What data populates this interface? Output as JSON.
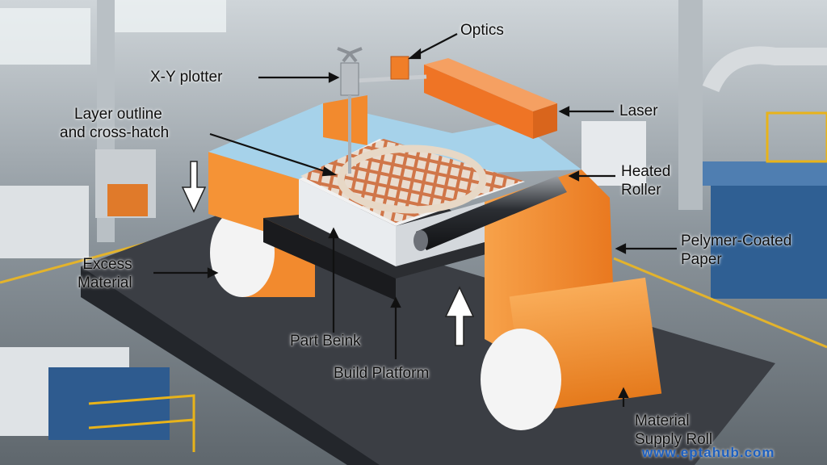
{
  "labels": {
    "optics": "Optics",
    "xy_plotter": "X-Y plotter",
    "layer_line1": "Layer outline",
    "layer_line2": "and cross-hatch",
    "laser": "Laser",
    "heated_line1": "Heated",
    "heated_line2": "Roller",
    "polymer_line1": "Pelymer-Coated",
    "polymer_line2": "Paper",
    "excess_line1": "Excess",
    "excess_line2": "Material",
    "part_beink": "Part Beink",
    "build_platform": "Build Platform",
    "material_line1": "Material",
    "material_line2": "Supply Roll"
  },
  "watermark": "www.eptahub.com",
  "colors": {
    "paper_orange": "#f28a2e",
    "laser_orange": "#f0782a",
    "sheet_blue": "#a6d2ea",
    "platform_dark": "#3b3e44",
    "part_copper": "#c8663e",
    "arrow": "#111111",
    "watermark": "#1d5fbf"
  }
}
